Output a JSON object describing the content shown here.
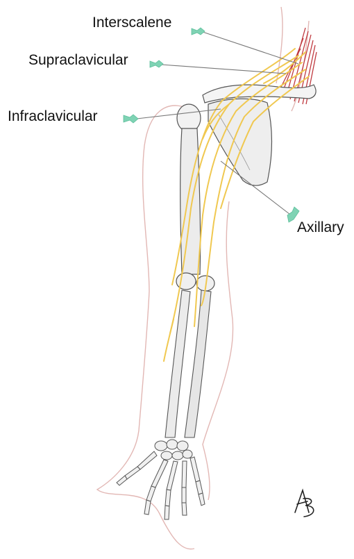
{
  "labels": {
    "interscalene": "Interscalene",
    "supraclavicular": "Supraclavicular",
    "infraclavicular": "Infraclavicular",
    "axillary": "Axillary"
  },
  "signature": "AB",
  "colors": {
    "needle": "#7fd3b4",
    "nerve": "#f0c850",
    "muscle": "#c0393f",
    "bone": "#555555",
    "skin": "#e2b7b4",
    "pointer": "#777777"
  },
  "icons": [
    "needle-icon",
    "brachial-plexus",
    "arm-skeleton",
    "artist-signature"
  ]
}
